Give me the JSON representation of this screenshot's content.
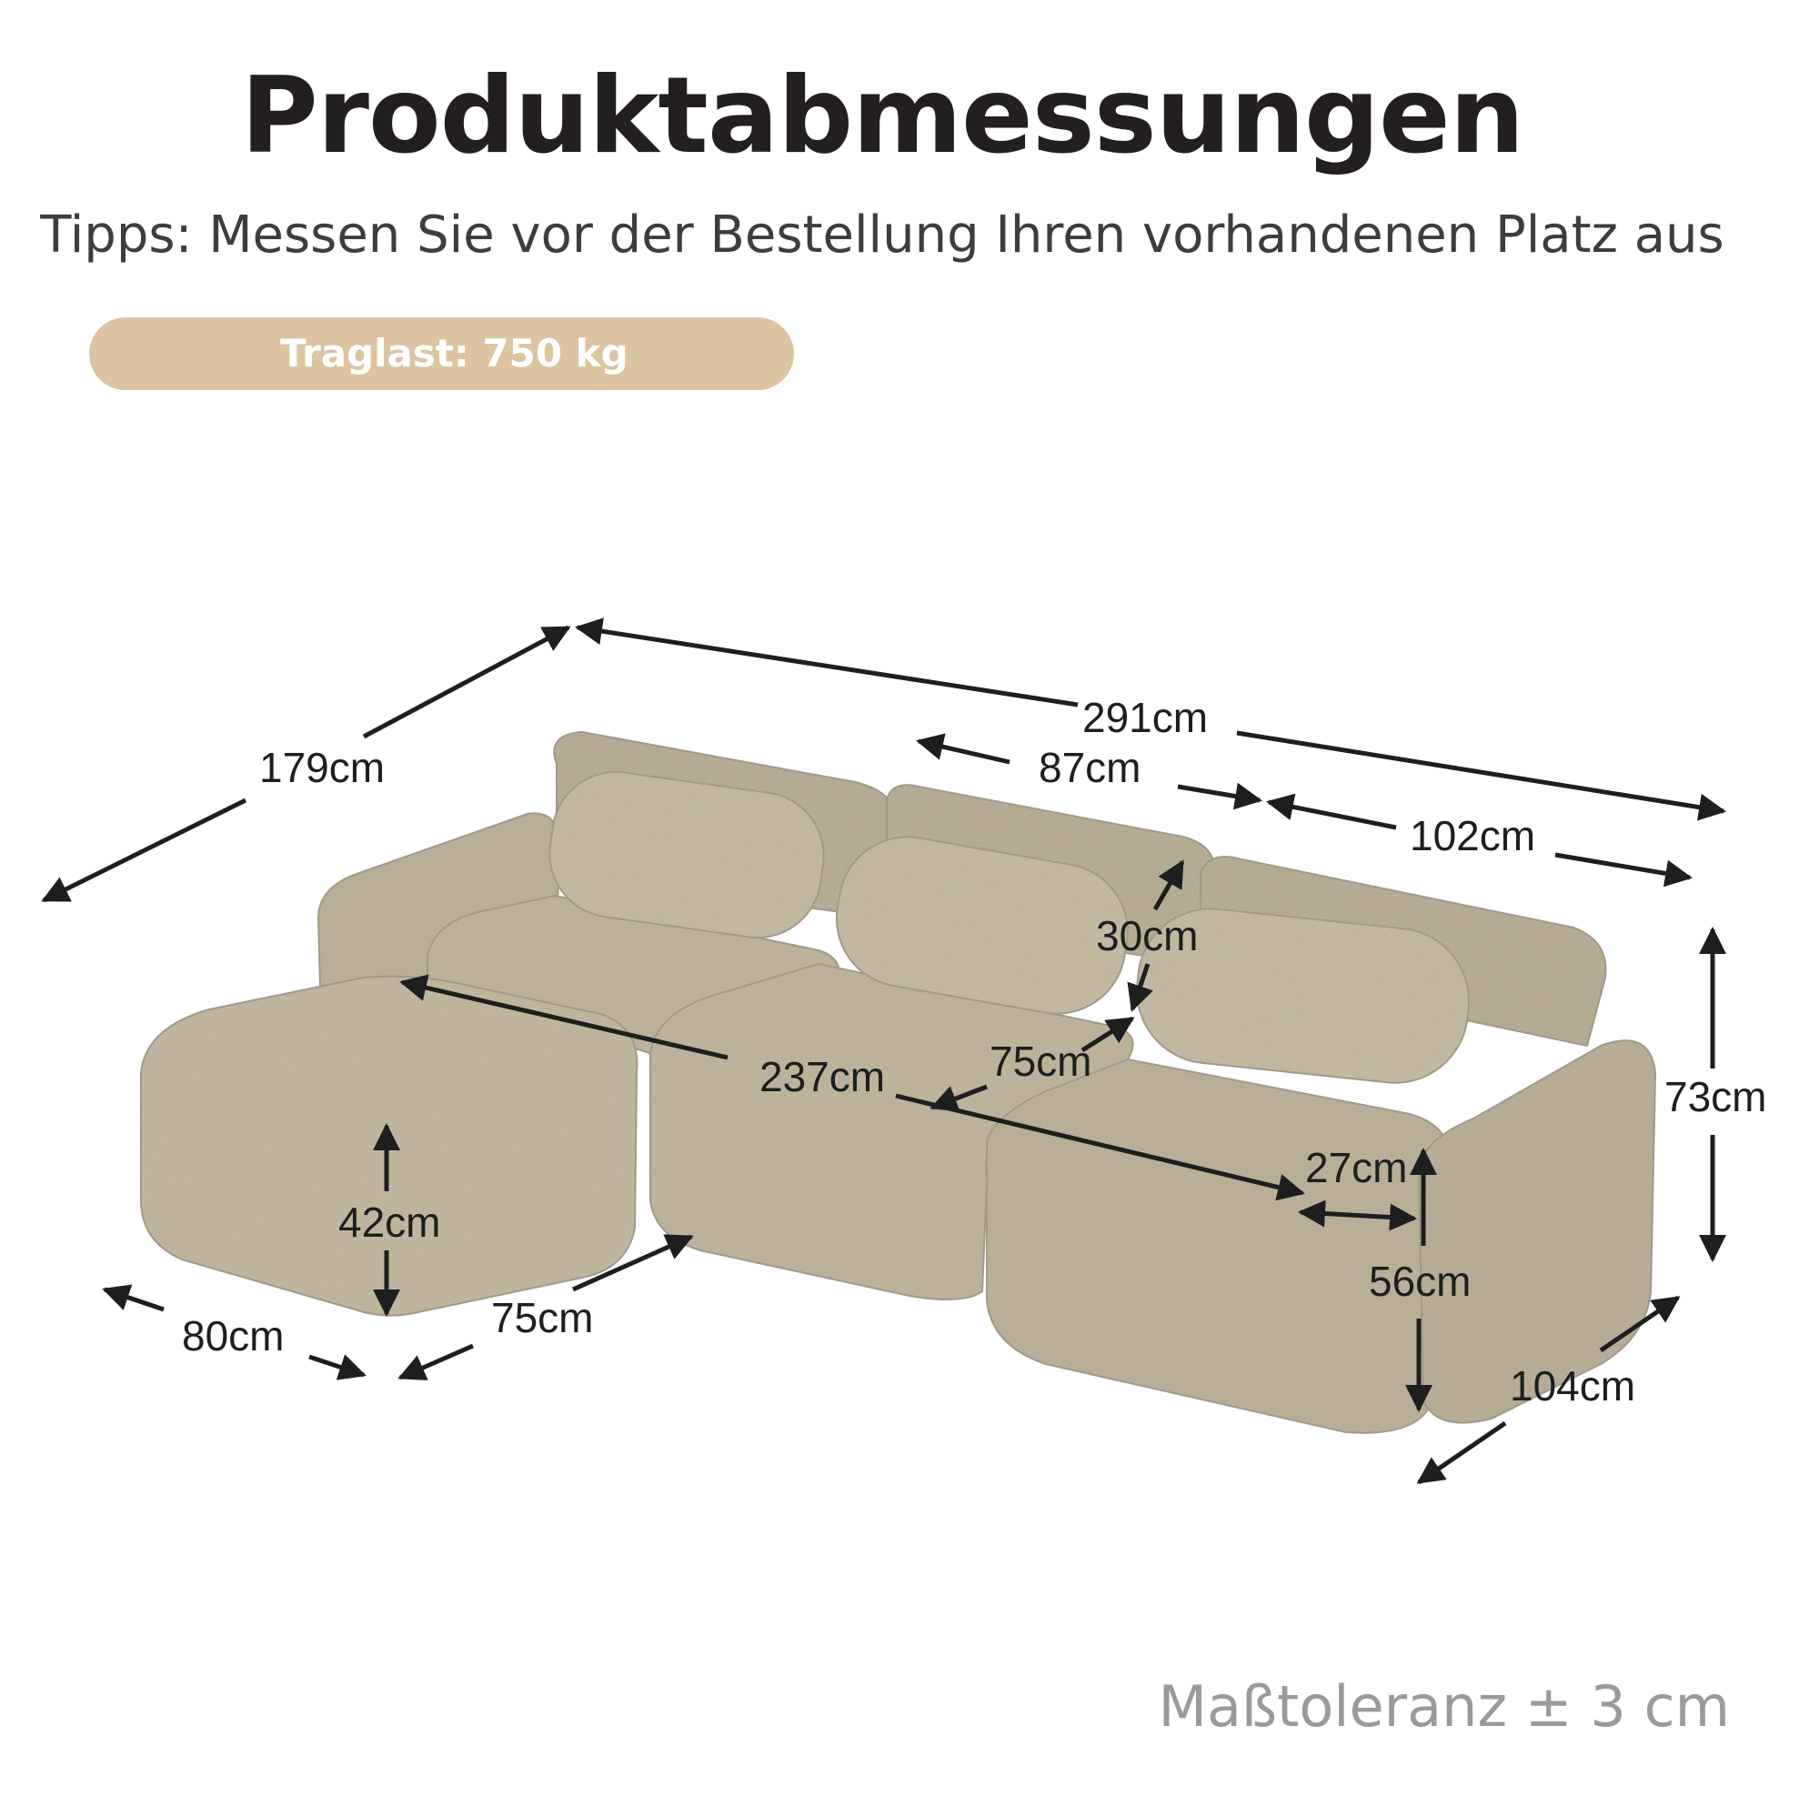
{
  "title": "Produktabmessungen",
  "subtitle": "Tipps: Messen Sie vor der Bestellung Ihren vorhandenen Platz aus",
  "badge": {
    "text": "Traglast: 750 kg",
    "color": "#dcc4a3"
  },
  "footer": "Maßtoleranz ± 3 cm",
  "product": {
    "upholstery_color": "#b9ad92"
  },
  "dimensions": {
    "total_width": "291cm",
    "total_depth": "179cm",
    "module_middle_width": "87cm",
    "module_corner_width": "102cm",
    "back_cushion_height": "30cm",
    "seat_width": "237cm",
    "seat_depth": "75cm",
    "total_height": "73cm",
    "armrest_width": "27cm",
    "ottoman_height": "42cm",
    "seat_height": "56cm",
    "ottoman_width": "80cm",
    "ottoman_depth": "75cm",
    "corner_depth": "104cm"
  }
}
